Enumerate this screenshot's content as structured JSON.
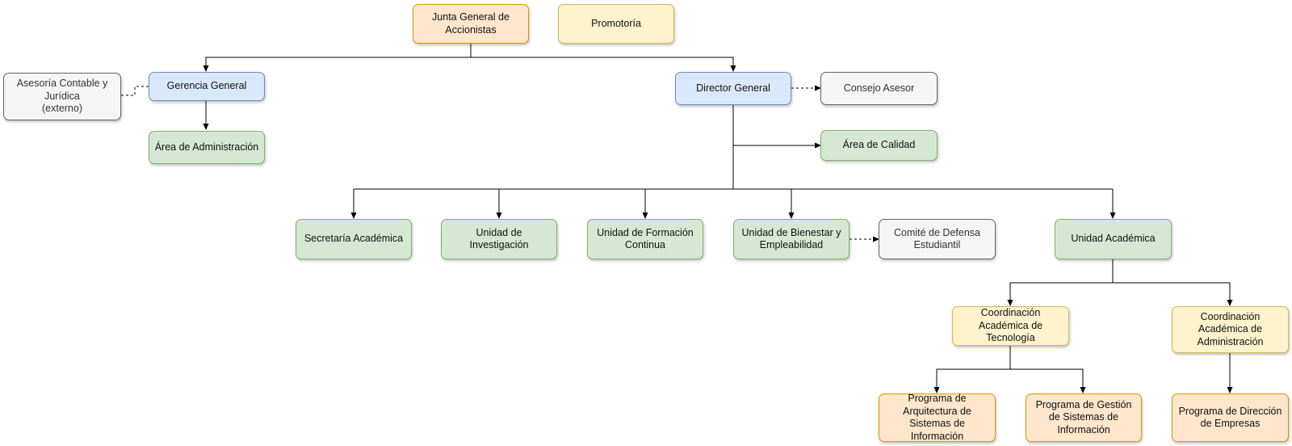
{
  "nodes": {
    "junta": "Junta General de\nAccionistas",
    "promotoria": "Promotoría",
    "gerencia": "Gerencia General",
    "asesoria": "Asesoría Contable y\nJurídica\n(externo)",
    "administracion": "Área de Administración",
    "director": "Director General",
    "consejo": "Consejo Asesor",
    "calidad": "Área de Calidad",
    "secretaria": "Secretaría Académica",
    "investigacion": "Unidad de\nInvestigación",
    "formacion": "Unidad de Formación\nContinua",
    "bienestar": "Unidad de Bienestar y\nEmpleabilidad",
    "comite": "Comité de Defensa\nEstudiantil",
    "academica": "Unidad Académica",
    "coord_tec": "Coordinación\nAcadémica de\nTecnología",
    "coord_adm": "Coordinación\nAcadémica de\nAdministración",
    "prog_arq": "Programa de\nArquitectura de\nSistemas de\nInformación",
    "prog_gest": "Programa de Gestión\nde Sistemas de\nInformación",
    "prog_dir": "Programa de Dirección\nde Empresas"
  },
  "colors": {
    "orange_fill": "#ffe6cc",
    "yellow_fill": "#fff2cc",
    "blue_fill": "#dae8fc",
    "green_fill": "#d5e8d4",
    "gray_fill": "#f5f5f5",
    "line": "#000000"
  }
}
